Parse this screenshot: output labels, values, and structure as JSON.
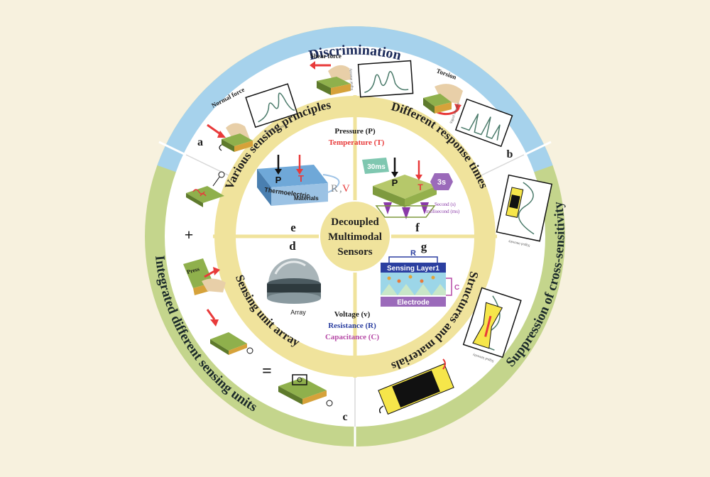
{
  "outer_ring": {
    "top": "Discrimination",
    "right": "Suppression of cross-sensitivity",
    "left": "Integrated different sensing units"
  },
  "inner_ring": {
    "top_left": "Various sensing principles",
    "top_right": "Different response times",
    "bottom_right": "Structures and materials",
    "bottom_left": "Sensing unit array"
  },
  "center": {
    "line1": "Decoupled",
    "line2": "Multimodal",
    "line3": "Sensors"
  },
  "quadrant_letters": {
    "e": "e",
    "f": "f",
    "g": "g",
    "d": "d"
  },
  "panel_letters": {
    "a": "a",
    "b": "b",
    "c": "c"
  },
  "top_labels": {
    "pressure": "Pressure (P)",
    "temperature": "Temperature (T)"
  },
  "bottom_labels": {
    "voltage": "Voltage (v)",
    "resistance": "Resistance (R)",
    "capacitance": "Capacitance (C)"
  },
  "quadrant_e": {
    "p": "P",
    "t": "T",
    "layer_top": "Thermoelectric",
    "layer_side": "Materials",
    "r": "R",
    "comma": ",",
    "v": "V"
  },
  "quadrant_f": {
    "badge_fast": "30ms",
    "badge_slow": "3s",
    "p": "P",
    "t": "T",
    "note1": "Second (s)",
    "note2": "millisecond (ms)"
  },
  "quadrant_g": {
    "r": "R",
    "c": "C",
    "layer": "Sensing Layer1",
    "electrode": "Electrode"
  },
  "quadrant_d": {
    "array": "Array"
  },
  "discrimination": {
    "normal_force": "Normal force",
    "shear_force": "Shear force",
    "torsion": "Torsion",
    "axis": "Signal intensity"
  },
  "integrated": {
    "plus": "+",
    "equals": "=",
    "press": "Press"
  },
  "colors": {
    "background": "#f7f1de",
    "blue_ring": "#a6d2ec",
    "green_ring": "#c4d58c",
    "yellow_ring": "#f0e39c",
    "label_red": "#e83a3a",
    "label_blue": "#2b3fa0",
    "label_magenta": "#b64aa6"
  }
}
